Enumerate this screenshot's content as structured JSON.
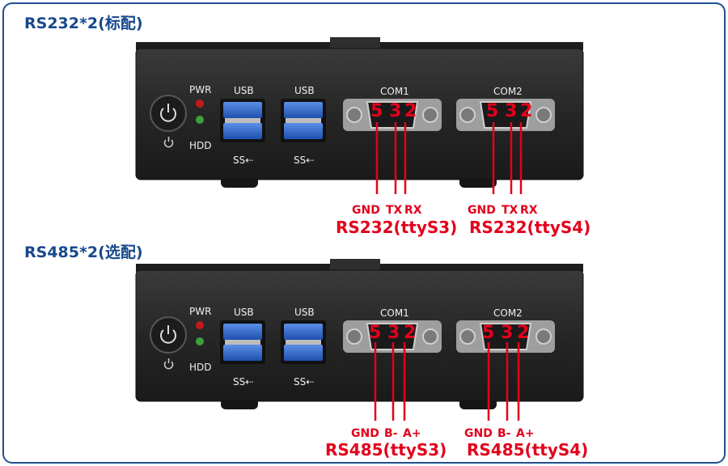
{
  "sections": [
    {
      "title": "RS232*2(标配)",
      "device": {
        "pwr_label": "PWR",
        "hdd_label": "HDD",
        "usb_label_1": "USB",
        "usb_label_2": "USB",
        "ss_label_1": "SS⇠",
        "ss_label_2": "SS⇠",
        "com1_label": "COM1",
        "com2_label": "COM2"
      },
      "com1": {
        "pins": [
          "5",
          "3",
          "2"
        ],
        "signals": [
          "GND",
          "TX",
          "RX"
        ],
        "name": "RS232(ttyS3)"
      },
      "com2": {
        "pins": [
          "5",
          "3",
          "2"
        ],
        "signals": [
          "GND",
          "TX",
          "RX"
        ],
        "name": "RS232(ttyS4)"
      }
    },
    {
      "title": "RS485*2(选配)",
      "device": {
        "pwr_label": "PWR",
        "hdd_label": "HDD",
        "usb_label_1": "USB",
        "usb_label_2": "USB",
        "ss_label_1": "SS⇠",
        "ss_label_2": "SS⇠",
        "com1_label": "COM1",
        "com2_label": "COM2"
      },
      "com1": {
        "pins": [
          "5",
          "3",
          "2"
        ],
        "signals": [
          "GND",
          "B-",
          "A+"
        ],
        "name": "RS485(ttyS3)"
      },
      "com2": {
        "pins": [
          "5",
          "3",
          "2"
        ],
        "signals": [
          "GND",
          "B-",
          "A+"
        ],
        "name": "RS485(ttyS4)"
      }
    }
  ],
  "colors": {
    "accent": "#e3001b",
    "title": "#17498c",
    "device_body": "#2b2b2b",
    "usb_blue": "#2a63c9"
  }
}
